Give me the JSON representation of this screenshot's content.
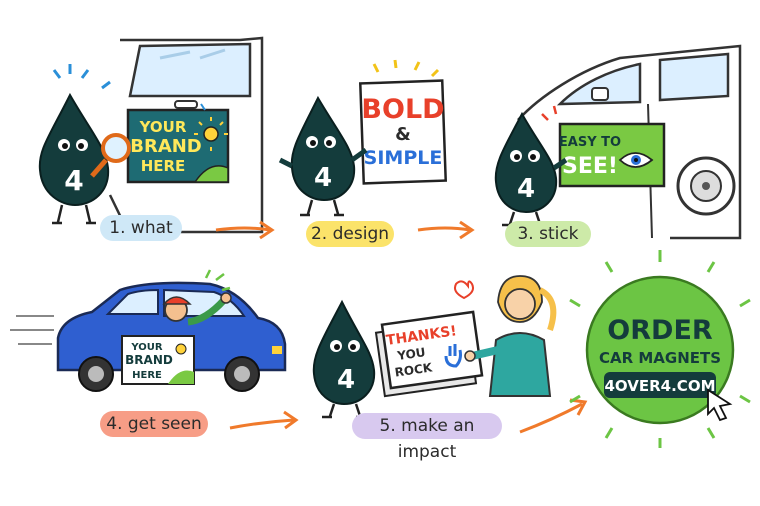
{
  "steps": [
    {
      "label": "1. what",
      "color": "#cfe8f7"
    },
    {
      "label": "2. design",
      "color": "#fbe36a"
    },
    {
      "label": "3. stick",
      "color": "#cdeaa8"
    },
    {
      "label": "4. get seen",
      "color": "#f79d86"
    },
    {
      "label": "5. make an impact",
      "color": "#d8c9ef"
    }
  ],
  "mascot_number": "4",
  "magnet1": {
    "line1": "YOUR",
    "line2": "BRAND",
    "line3": "HERE"
  },
  "sign2": {
    "line1": "BOLD",
    "line2": "&",
    "line3": "SIMPLE"
  },
  "magnet3": {
    "line1": "EASY TO",
    "line2": "SEE!"
  },
  "magnet4": {
    "line1": "YOUR",
    "line2": "BRAND",
    "line3": "HERE"
  },
  "sign5": {
    "line1": "THANKS!",
    "line2": "YOU",
    "line3": "ROCK"
  },
  "cta": {
    "line1": "ORDER",
    "line2": "CAR MAGNETS",
    "line3": "4OVER4.COM"
  },
  "colors": {
    "mascot": "#143c3c",
    "magnet_green": "#7ac943",
    "teal": "#1e6b73",
    "arrow": "#f07a2b",
    "car_blue": "#2f5fd0",
    "cta_green": "#6cc544"
  }
}
